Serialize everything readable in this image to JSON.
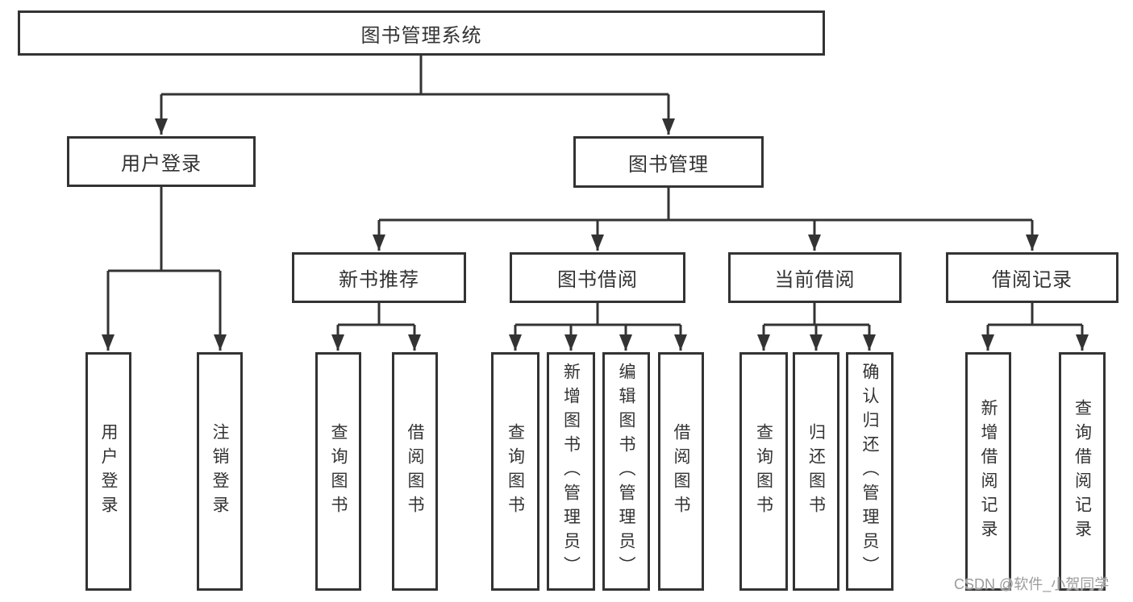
{
  "tree": {
    "root": {
      "label": "图书管理系统"
    },
    "branches": [
      {
        "label": "用户登录",
        "leaves": [
          {
            "label": "用户登录"
          },
          {
            "label": "注销登录"
          }
        ]
      },
      {
        "label": "图书管理",
        "children": [
          {
            "label": "新书推荐",
            "leaves": [
              {
                "label": "查询图书"
              },
              {
                "label": "借阅图书"
              }
            ]
          },
          {
            "label": "图书借阅",
            "leaves": [
              {
                "label": "查询图书"
              },
              {
                "label": "新增图书（管理员）"
              },
              {
                "label": "编辑图书（管理员）"
              },
              {
                "label": "借阅图书"
              }
            ]
          },
          {
            "label": "当前借阅",
            "leaves": [
              {
                "label": "查询图书"
              },
              {
                "label": "归还图书"
              },
              {
                "label": "确认归还（管理员）"
              }
            ]
          },
          {
            "label": "借阅记录",
            "leaves": [
              {
                "label": "新增借阅记录"
              },
              {
                "label": "查询借阅记录"
              }
            ]
          }
        ]
      }
    ]
  },
  "watermark": {
    "text": "CSDN @软件_小贺同学"
  },
  "colors": {
    "line": "#333333",
    "text": "#333333",
    "box_background": "#ffffff",
    "page_background": "#ffffff",
    "watermark": "#9b9b9b"
  }
}
